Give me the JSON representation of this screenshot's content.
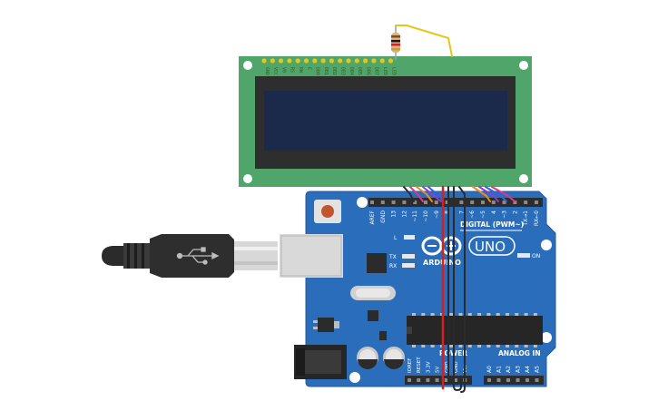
{
  "lcd": {
    "pin_labels": [
      "GND",
      "VCC",
      "V0",
      "RS",
      "RW",
      "E",
      "DB0",
      "DB1",
      "DB2",
      "DB3",
      "DB4",
      "DB5",
      "DB6",
      "DB7",
      "LED",
      "LED"
    ]
  },
  "arduino": {
    "brand": "ARDUINO",
    "model": "UNO",
    "digital_header": "DIGITAL (PWM~)",
    "power_header": "POWER",
    "analog_header": "ANALOG IN",
    "on_label": "ON",
    "l_label": "L",
    "tx_label": "TX",
    "rx_label": "RX",
    "digital_pins": [
      "AREF",
      "GND",
      "13",
      "12",
      "~11",
      "~10",
      "~9",
      "8",
      "7",
      "~6",
      "~5",
      "4",
      "~3",
      "2",
      "TX→1",
      "RX←0"
    ],
    "power_pins": [
      "IOREF",
      "RESET",
      "3.3V",
      "5V",
      "GND",
      "GND",
      "Vin"
    ],
    "analog_pins": [
      "A0",
      "A1",
      "A2",
      "A3",
      "A4",
      "A5"
    ]
  },
  "colors": {
    "board": "#2a6ebb",
    "lcd_pcb": "#4fa56a",
    "lcd_screen": "#1b2a4a",
    "usb_cable": "#2b2b2b",
    "wire_red": "#d62020",
    "wire_black": "#2b2b2b",
    "wire_yellow": "#e6c619",
    "wire_orange": "#f08a1c",
    "wire_purple": "#8a3fd1",
    "wire_pink": "#e0358f",
    "wire_blue": "#3561e0"
  }
}
